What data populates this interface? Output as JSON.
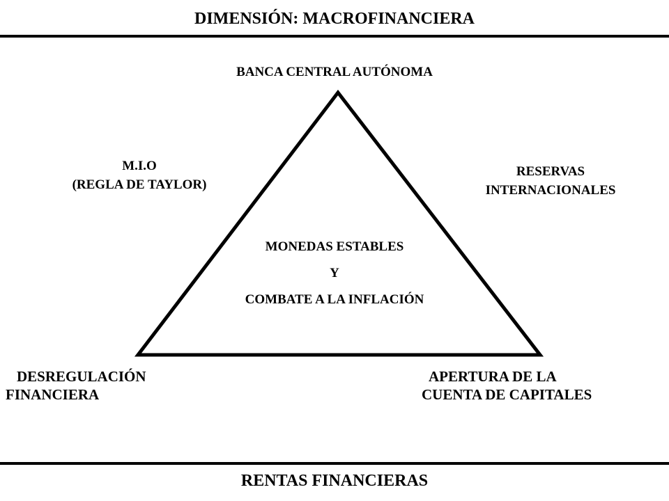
{
  "diagram": {
    "title": "DIMENSIÓN:  MACROFINANCIERA",
    "apex_label": "BANCA CENTRAL AUTÓNOMA",
    "left_side_label": [
      "M.I.O",
      "(REGLA DE TAYLOR)"
    ],
    "right_side_label": [
      "RESERVAS",
      "INTERNACIONALES"
    ],
    "center_label": [
      "MONEDAS ESTABLES",
      "Y",
      "COMBATE A LA INFLACIÓN"
    ],
    "bottom_left_label": [
      "DESREGULACIÓN",
      "FINANCIERA"
    ],
    "bottom_right_label": [
      "APERTURA DE LA",
      "CUENTA DE CAPITALES"
    ],
    "footer": "RENTAS  FINANCIERAS"
  },
  "colors": {
    "line": "#000000",
    "background": "#ffffff"
  }
}
